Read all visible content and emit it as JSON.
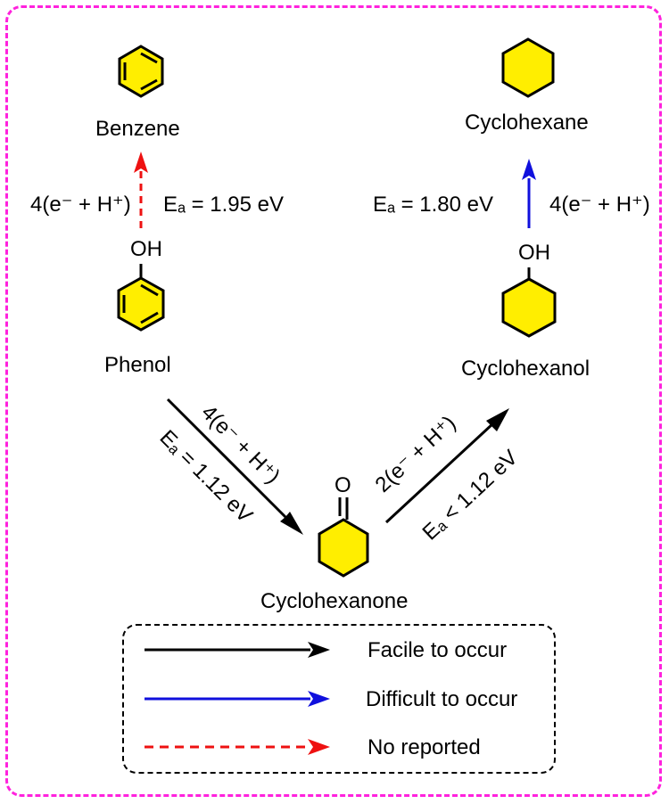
{
  "compounds": {
    "benzene": "Benzene",
    "cyclohexane": "Cyclohexane",
    "phenol": "Phenol",
    "cyclohexanol": "Cyclohexanol",
    "cyclohexanone": "Cyclohexanone",
    "oh": "OH",
    "oh2": "OH",
    "o": "O"
  },
  "reactions": {
    "phenol_to_benzene": {
      "reagent": "4(e⁻ + H⁺)",
      "ea": "Eₐ = 1.95 eV",
      "type": "not-reported"
    },
    "cyclohexanol_to_cyclohexane": {
      "reagent": "4(e⁻ + H⁺)",
      "ea": "Eₐ = 1.80 eV",
      "type": "difficult"
    },
    "phenol_to_cyclohexanone": {
      "reagent": "4(e⁻ + H⁺)",
      "ea": "Eₐ = 1.12 eV",
      "type": "facile"
    },
    "cyclohexanone_to_cyclohexanol": {
      "reagent": "2(e⁻ + H⁺)",
      "ea": "Eₐ < 1.12 eV",
      "type": "facile"
    }
  },
  "legend": {
    "facile": "Facile to occur",
    "difficult": "Difficult to occur",
    "not_reported": "No reported"
  },
  "colors": {
    "frame": "#ff22dd",
    "ring_fill": "#ffee00",
    "facile": "#000000",
    "difficult": "#1010dd",
    "not_reported": "#ee1111"
  }
}
